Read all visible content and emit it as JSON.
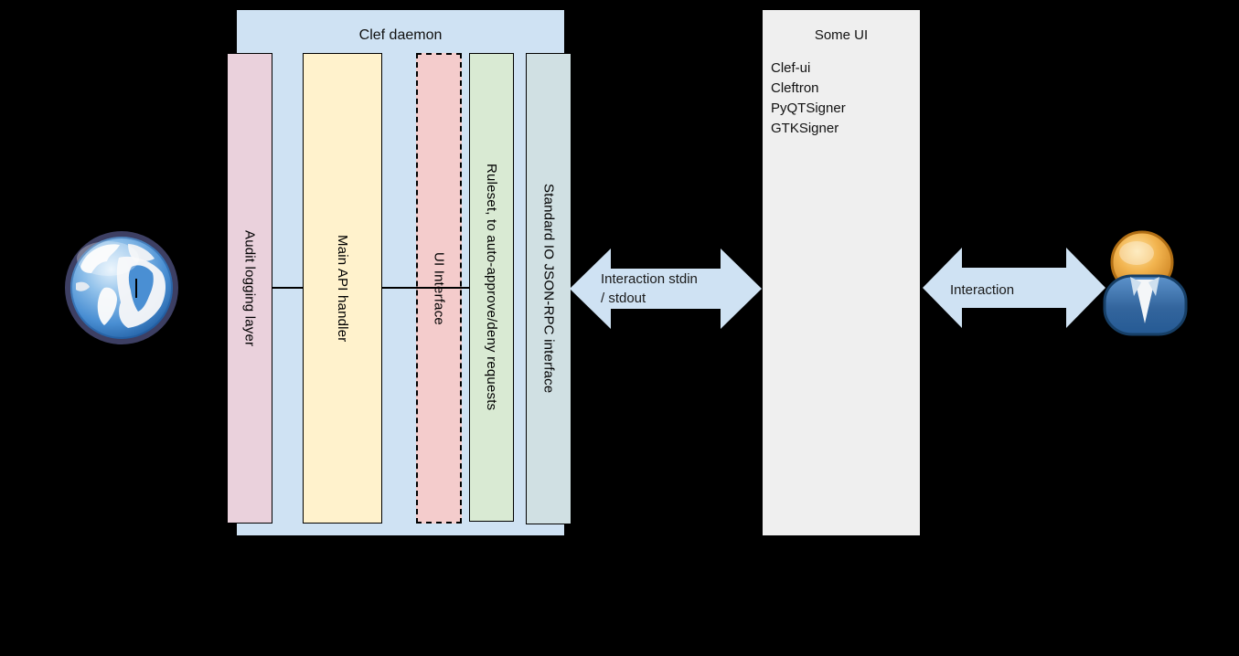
{
  "daemon": {
    "title": "Clef daemon",
    "fill": "#cfe2f3",
    "layers": [
      {
        "id": "audit-logging",
        "label": "Audit logging layer",
        "fill": "#ead1dc",
        "border": "solid"
      },
      {
        "id": "main-api",
        "label": "Main API handler",
        "fill": "#fff2cc",
        "border": "solid"
      },
      {
        "id": "ui-interface",
        "label": "UI Interface",
        "fill": "#f4cccc",
        "border": "dashed"
      },
      {
        "id": "ruleset",
        "label": "Ruleset, to auto-approve/deny requests",
        "fill": "#d9ead3",
        "border": "solid"
      },
      {
        "id": "stdio-jsonrpc",
        "label": "Standard IO JSON-RPC interface",
        "fill": "#d0e0e3",
        "border": "solid"
      }
    ]
  },
  "some_ui": {
    "title": "Some UI",
    "fill": "#efefef",
    "items": [
      "Clef-ui",
      "Cleftron",
      "PyQTSigner",
      "GTKSigner"
    ]
  },
  "arrows": [
    {
      "id": "daemon-to-ui",
      "label_lines": [
        "Interaction stdin",
        "/ stdout"
      ],
      "fill": "#cfe2f3"
    },
    {
      "id": "ui-to-user",
      "label_lines": [
        "Interaction"
      ],
      "fill": "#cfe2f3"
    }
  ],
  "icons": {
    "left": "globe-icon",
    "right": "user-icon"
  },
  "palette": {
    "background": "#000000",
    "container_blue": "#cfe2f3",
    "audit_pink": "#ead1dc",
    "api_yellow": "#fff2cc",
    "ui_red": "#f4cccc",
    "ruleset_green": "#d9ead3",
    "stdio_cyan": "#d0e0e3",
    "someui_gray": "#efefef",
    "arrow_blue": "#cfe2f3",
    "text": "#111111"
  }
}
